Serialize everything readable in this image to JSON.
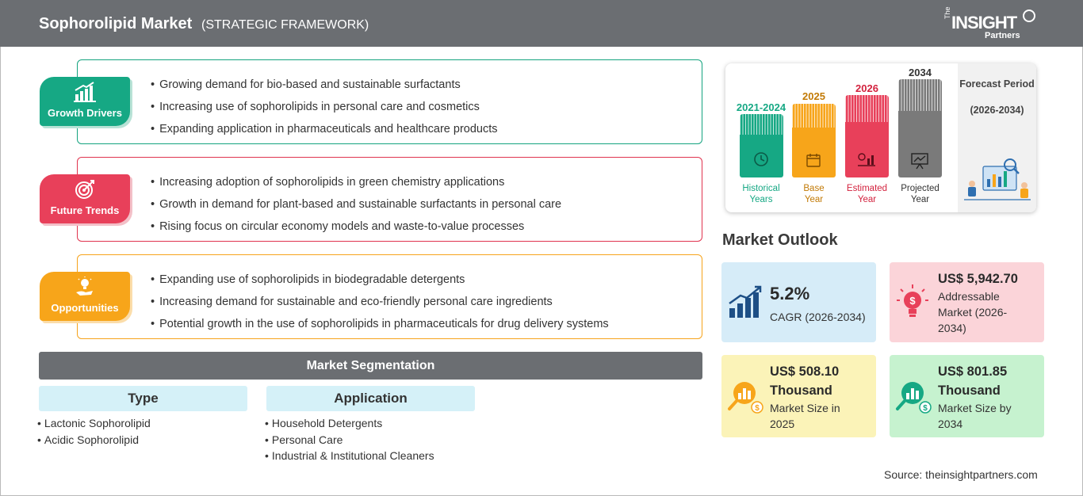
{
  "header": {
    "title": "Sophorolipid Market",
    "subtitle": "(STRATEGIC FRAMEWORK)",
    "logo": {
      "the": "The",
      "insight": "INSIGHT",
      "partners": "Partners"
    }
  },
  "growth_drivers": {
    "label": "Growth Drivers",
    "icon": "bar-chart-growth-icon",
    "color": "#16a884",
    "items": [
      "Growing demand for bio-based and sustainable surfactants",
      "Increasing use of sophorolipids in personal care and cosmetics",
      "Expanding application in pharmaceuticals and healthcare products"
    ]
  },
  "future_trends": {
    "label": "Future Trends",
    "icon": "target-icon",
    "color": "#e8405a",
    "items": [
      "Increasing adoption of sophorolipids in green chemistry applications",
      "Growth in demand for plant-based and sustainable surfactants in personal care",
      "Rising focus on circular economy models and waste-to-value processes"
    ]
  },
  "opportunities": {
    "label": "Opportunities",
    "icon": "lightbulb-hand-icon",
    "color": "#f7a51a",
    "items": [
      "Expanding use of sophorolipids in biodegradable detergents",
      "Increasing demand for sustainable and eco-friendly personal care ingredients",
      "Potential growth in the use of sophorolipids in pharmaceuticals for drug delivery systems"
    ]
  },
  "segmentation": {
    "title": "Market Segmentation",
    "type": {
      "label": "Type",
      "items": [
        "Lactonic Sophorolipid",
        "Acidic Sophorolipid"
      ]
    },
    "application": {
      "label": "Application",
      "items": [
        "Household Detergents",
        "Personal Care",
        "Industrial & Institutional Cleaners"
      ]
    }
  },
  "timeline": {
    "bars": [
      {
        "year": "2021-2024",
        "label": [
          "Historical",
          "Years"
        ],
        "color": "#16a884",
        "icon": "history-clock-icon"
      },
      {
        "year": "2025",
        "label": [
          "Base",
          "Year"
        ],
        "color": "#f7a51a",
        "icon": "calendar-icon"
      },
      {
        "year": "2026",
        "label": [
          "Estimated",
          "Year"
        ],
        "color": "#e8405a",
        "icon": "settings-chart-icon"
      },
      {
        "year": "2034",
        "label": [
          "Projected",
          "Year"
        ],
        "color": "#7a7a7a",
        "icon": "presentation-board-icon"
      }
    ],
    "forecast": {
      "label": "Forecast Period",
      "period": "(2026-2034)",
      "icon": "analysts-illustration"
    }
  },
  "outlook": {
    "title": "Market Outlook",
    "cagr": {
      "value": "5.2%",
      "label": "CAGR (2026-2034)",
      "bg": "#d6ecf8",
      "icon": "rising-bars-icon"
    },
    "addressable": {
      "value": "US$ 5,942.70",
      "lines": [
        "Addressable",
        "Market (2026-",
        "2034)"
      ],
      "bg": "#fbd4d9",
      "icon": "lightbulb-dollar-icon"
    },
    "size_2025": {
      "value": [
        "US$ 508.10",
        "Thousand"
      ],
      "lines": [
        "Market Size in",
        "2025"
      ],
      "bg": "#fbf3b8",
      "icon": "magnifier-chart-icon"
    },
    "size_2034": {
      "value": [
        "US$ 801.85",
        "Thousand"
      ],
      "lines": [
        "Market Size by",
        "2034"
      ],
      "bg": "#c6f2cf",
      "icon": "magnifier-chart-icon"
    }
  },
  "source": "Source: theinsightpartners.com"
}
